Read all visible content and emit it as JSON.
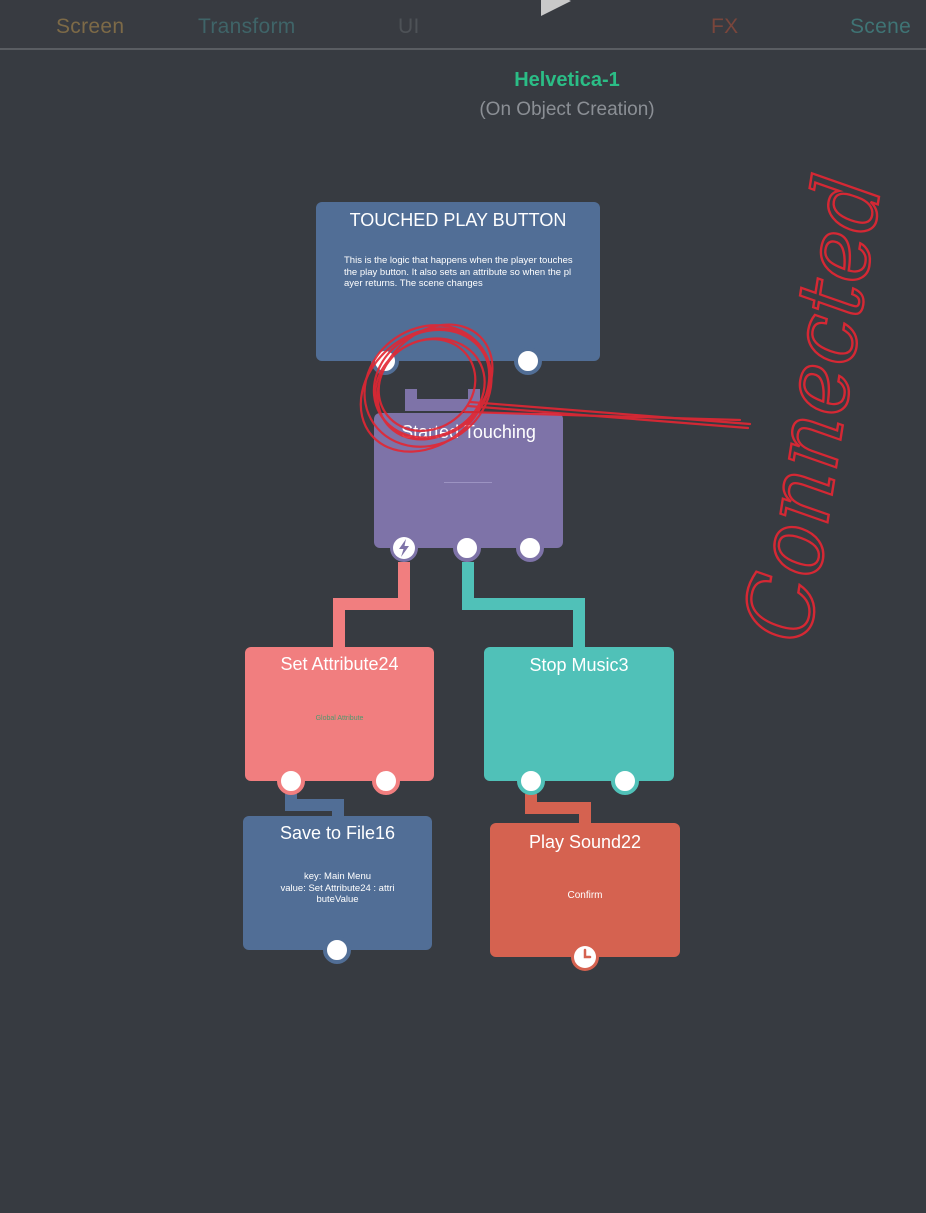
{
  "header": {
    "tabs": [
      {
        "label": "Screen",
        "color": "#7d6a47"
      },
      {
        "label": "Transform",
        "color": "#3f6468"
      },
      {
        "label": "UI",
        "color": "#4e5257"
      },
      {
        "label": "FX",
        "color": "#7a463c"
      },
      {
        "label": "Scene",
        "color": "#3f7475"
      }
    ],
    "play_icon": "play-icon"
  },
  "object": {
    "title": "Helvetica-1",
    "title_color": "#2bbd86",
    "subtitle": "(On Object Creation)"
  },
  "nodes": {
    "touched": {
      "title": "TOUCHED PLAY BUTTON",
      "description": "This is the logic that happens when the player touches the play button. It also sets an attribute so when the player returns. The scene changes",
      "color": "#516e96"
    },
    "started": {
      "title": "Started Touching",
      "color": "#7e73a8",
      "trigger_icon": "lightning-icon"
    },
    "set_attribute": {
      "title": "Set Attribute24",
      "description": "Global Attribute",
      "color": "#f17e7f",
      "desc_color": "#4e9a6e"
    },
    "stop_music": {
      "title": "Stop Music3",
      "color": "#50c1b8"
    },
    "save_file": {
      "title": "Save to File16",
      "description": [
        "key: Main Menu",
        "value: Set Attribute24 : attri",
        "buteValue"
      ],
      "color": "#516e96"
    },
    "play_sound": {
      "title": "Play Sound22",
      "description": "Confirm",
      "color": "#d56250",
      "timer_icon": "clock-icon"
    }
  },
  "annotation": {
    "text": "Connected",
    "color": "#e32733"
  }
}
